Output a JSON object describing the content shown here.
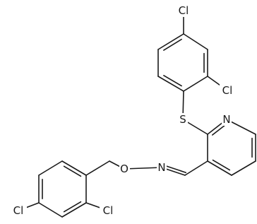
{
  "atoms": [
    {
      "id": "cl_top",
      "label": "Cl"
    },
    {
      "id": "cl_mid_right",
      "label": "Cl"
    },
    {
      "id": "s",
      "label": "S"
    },
    {
      "id": "n_pyridine",
      "label": "N"
    },
    {
      "id": "n_oxime",
      "label": "N"
    },
    {
      "id": "o_oxime",
      "label": "O"
    },
    {
      "id": "cl_bottom_left",
      "label": "Cl"
    },
    {
      "id": "cl_bottom_mid",
      "label": "Cl"
    }
  ]
}
